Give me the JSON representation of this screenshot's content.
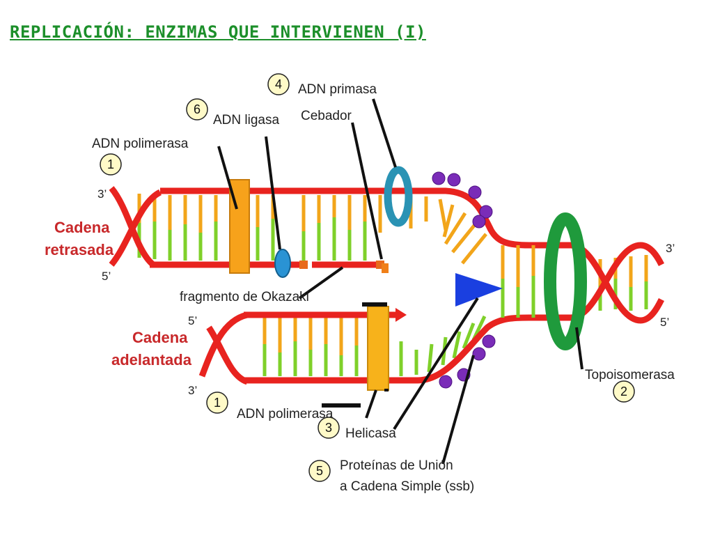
{
  "title": "REPLICACIÓN: ENZIMAS QUE INTERVIENEN (I)",
  "labels": {
    "adn_primasa": "ADN primasa",
    "cebador": "Cebador",
    "adn_ligasa": "ADN ligasa",
    "adn_polimerasa_top": "ADN polimerasa",
    "adn_polimerasa_bottom": "ADN polimerasa",
    "fragmento_okazaki": "fragmento de Okazaki",
    "topoisomerasa": "Topoisomerasa",
    "helicasa": "Helicasa",
    "ssb_line1": "Proteínas de Unión",
    "ssb_line2": "a Cadena Simple (ssb)",
    "cadena_retrasada_1": "Cadena",
    "cadena_retrasada_2": "retrasada",
    "cadena_adelantada_1": "Cadena",
    "cadena_adelantada_2": "adelantada"
  },
  "ends": {
    "left_top_3": "3’",
    "left_top_5": "5’",
    "left_bottom_5": "5’",
    "left_bottom_3": "3’",
    "right_3": "3’",
    "right_5": "5’"
  },
  "markers": {
    "primasa": "4",
    "ligasa": "6",
    "polimerasa_top": "1",
    "polimerasa_bottom": "1",
    "topoisomerasa": "2",
    "helicasa": "3",
    "ssb": "5"
  },
  "colors": {
    "title": "#1c8f2a",
    "strand": "#e8231f",
    "base_orange": "#f2a51a",
    "base_green": "#7fd02a",
    "polymerase": "#f7a21b",
    "ssb_purple": "#7a2cb8",
    "topoisomerase": "#1f9a3c",
    "primase": "#2a93b4",
    "helicase": "#1a3fe0",
    "marker": "#fffac8"
  }
}
